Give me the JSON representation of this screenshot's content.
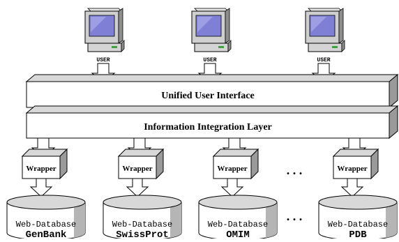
{
  "users": [
    {
      "label": "USER",
      "icon": "computer-icon"
    },
    {
      "label": "USER",
      "icon": "computer-icon"
    },
    {
      "label": "USER",
      "icon": "computer-icon"
    }
  ],
  "layers": {
    "ui": "Unified User Interface",
    "integration": "Information Integration Layer"
  },
  "wrappers": [
    "Wrapper",
    "Wrapper",
    "Wrapper",
    "Wrapper"
  ],
  "databases": [
    {
      "label": "Web-Database",
      "name": "GenBank"
    },
    {
      "label": "Web-Database",
      "name": "SwissProt"
    },
    {
      "label": "Web-Database",
      "name": "OMIM"
    },
    {
      "label": "Web-Database",
      "name": "PDB"
    }
  ],
  "ellipsis": ". . .",
  "colors": {
    "box_face": "#ffffff",
    "box_side": "#9a9a9a",
    "box_top": "#d8d8d8",
    "monitor_screen": "#7f7fd6",
    "monitor_body": "#cfcfcf",
    "stroke": "#000000"
  }
}
